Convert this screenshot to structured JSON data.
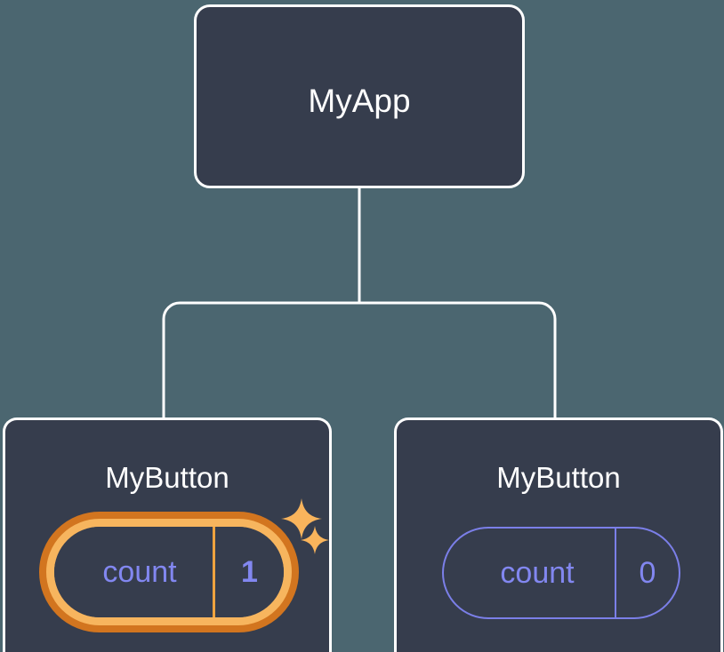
{
  "diagram": {
    "type": "component-tree",
    "title": "React component tree with state",
    "background_color": "#4b6670",
    "node_fill_color": "#363d4d",
    "node_border_color": "#ffffff",
    "connector_color": "#ffffff",
    "state_accent_color": "#8287f0",
    "highlight_outer_color": "#d2751f",
    "highlight_inner_color": "#f7b55e"
  },
  "root": {
    "label": "MyApp"
  },
  "children": [
    {
      "label": "MyButton",
      "state": {
        "key": "count",
        "value": "1"
      },
      "highlighted": true,
      "sparkles": [
        "sparkle-large",
        "sparkle-small"
      ]
    },
    {
      "label": "MyButton",
      "state": {
        "key": "count",
        "value": "0"
      },
      "highlighted": false,
      "sparkles": []
    }
  ]
}
